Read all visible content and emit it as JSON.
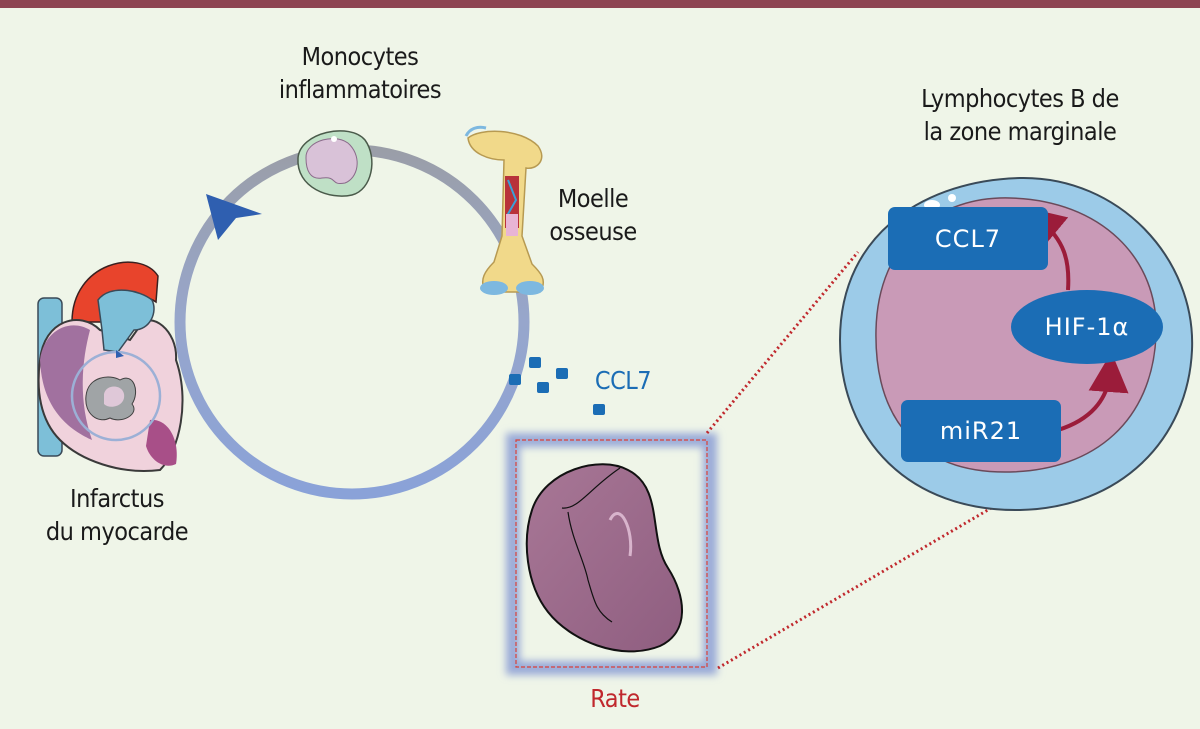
{
  "title": "Rôle des lymphocytes B de la zone marginale après infarctus du myocarde",
  "labels": {
    "monocytes": [
      "Monocytes",
      "inflammatoires"
    ],
    "bone_marrow": [
      "Moelle",
      "osseuse"
    ],
    "infarction": [
      "Infarctus",
      "du myocarde"
    ],
    "ccl7_secreted": "CCL7",
    "spleen": "Rate",
    "b_cells": [
      "Lymphocytes B de",
      "la zone marginale"
    ]
  },
  "cell_components": {
    "ccl7": "CCL7",
    "hif": "HIF-1α",
    "mir21": "miR21"
  },
  "colors": {
    "top_bar": "#8d4452",
    "background": "#eff5e8",
    "box_blue": "#1b6db5",
    "ccl7_text": "#1b6db5",
    "spleen_label": "#c0282d",
    "arrow_red": "#9b1c3a",
    "dotted_line": "#c0282d"
  },
  "pathway": [
    "miR21",
    "HIF-1α",
    "CCL7"
  ]
}
